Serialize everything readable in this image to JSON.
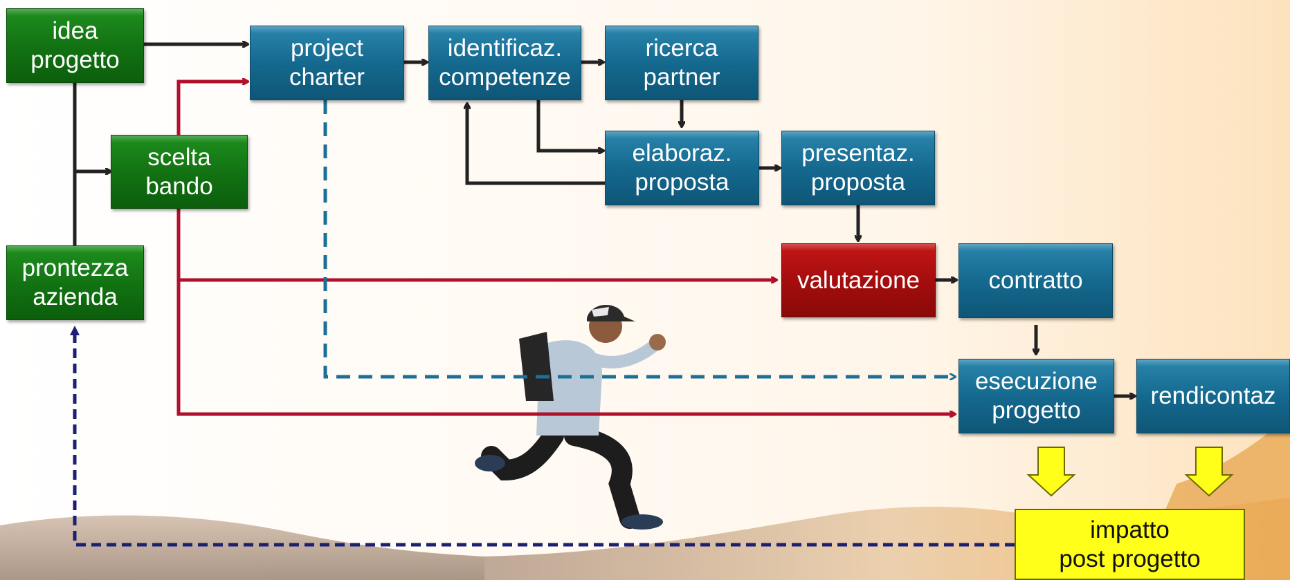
{
  "nodes": {
    "idea": {
      "label": "idea\nprogetto"
    },
    "scelta": {
      "label": "scelta\nbando"
    },
    "prontezza": {
      "label": "prontezza\nazienda"
    },
    "charter": {
      "label": "project\ncharter"
    },
    "identificaz": {
      "label": "identificaz.\ncompetenze"
    },
    "ricerca": {
      "label": "ricerca\npartner"
    },
    "elaboraz": {
      "label": "elaboraz.\nproposta"
    },
    "presentaz": {
      "label": "presentaz.\nproposta"
    },
    "valutazione": {
      "label": "valutazione"
    },
    "contratto": {
      "label": "contratto"
    },
    "esecuzione": {
      "label": "esecuzione\nprogetto"
    },
    "rendicontaz": {
      "label": "rendicontaz"
    },
    "impatto": {
      "label": "impatto\npost progetto"
    }
  },
  "colors": {
    "green": "#127312",
    "blue": "#15698f",
    "red": "#a50d0d",
    "yellow": "#ffff1a",
    "arrow_black": "#222222",
    "arrow_red": "#b0102b",
    "dash_blue": "#1b6f99",
    "dash_navy": "#1c2070"
  }
}
